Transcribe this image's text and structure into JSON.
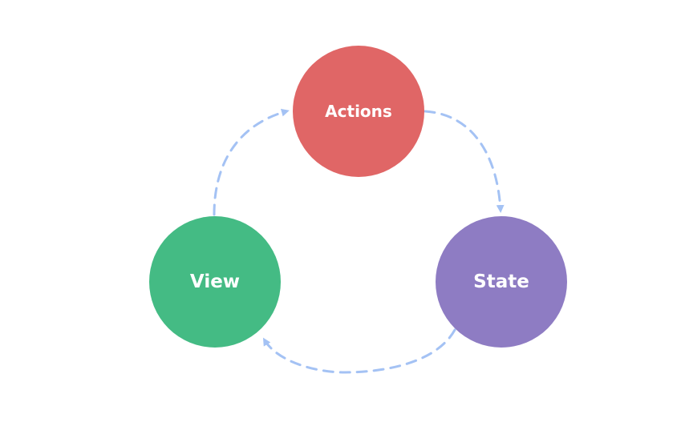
{
  "nodes": {
    "actions": {
      "label": "Actions",
      "color": "#e06666"
    },
    "state": {
      "label": "State",
      "color": "#8e7cc3"
    },
    "view": {
      "label": "View",
      "color": "#44bb84"
    }
  },
  "arrow_color": "#a4c2f4"
}
